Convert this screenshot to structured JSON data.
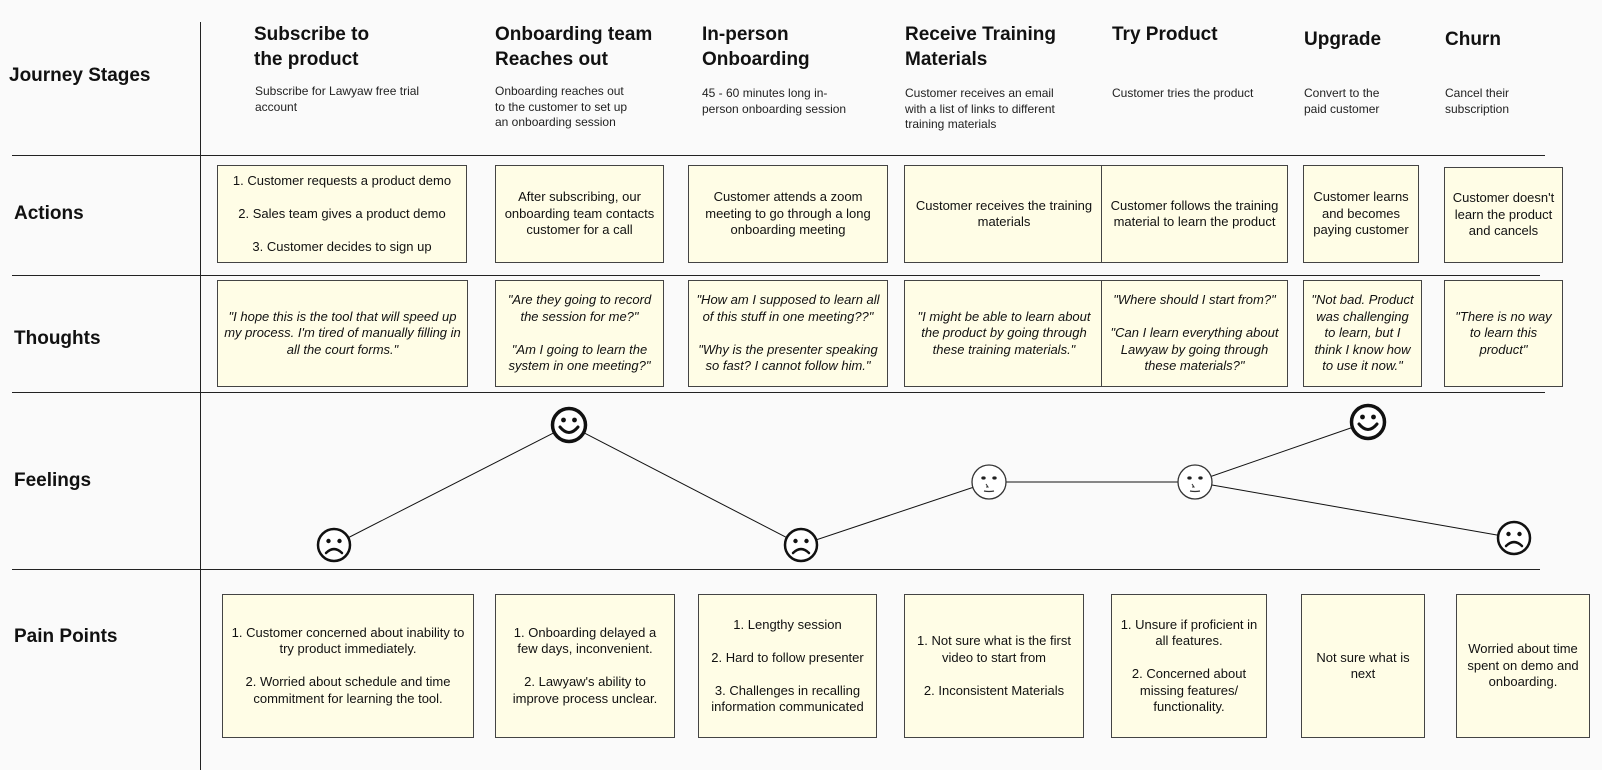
{
  "rows": {
    "stages": "Journey Stages",
    "actions": "Actions",
    "thoughts": "Thoughts",
    "feelings": "Feelings",
    "pain_points": "Pain Points"
  },
  "stages": [
    {
      "title": "Subscribe to\nthe product",
      "desc": "Subscribe for Lawyaw free trial\naccount",
      "action": "1. Customer requests a product demo\n\n2. Sales team gives a product demo\n\n3. Customer decides to sign up",
      "thought": "\"I hope this is the tool that will speed up my process. I'm tired of manually filling in all the court forms.\"",
      "feeling": "sad",
      "pain": "1. Customer concerned about inability to try product immediately.\n\n2. Worried about schedule and time commitment for learning the tool."
    },
    {
      "title": "Onboarding team\nReaches out",
      "desc": "Onboarding reaches out\nto the customer to set up\nan onboarding session",
      "action": "After subscribing, our onboarding team contacts customer for a call",
      "thought": "\"Are they going to record the session for me?\"\n\n\"Am I going to learn the system in one meeting?\"",
      "feeling": "happy",
      "pain": "1. Onboarding delayed a few days, inconvenient.\n\n2. Lawyaw's ability to improve process unclear."
    },
    {
      "title": "In-person\nOnboarding",
      "desc": "45 - 60 minutes long in-\nperson onboarding session",
      "action": "Customer attends a zoom meeting to go through a long onboarding meeting",
      "thought": "\"How am I supposed to learn all of this stuff in one meeting??\"\n\n\"Why is the presenter speaking so fast? I cannot follow him.\"",
      "feeling": "sad",
      "pain": "1. Lengthy session\n\n2. Hard to follow presenter\n\n3. Challenges in recalling information communicated"
    },
    {
      "title": "Receive Training\nMaterials",
      "desc": "Customer receives an email\nwith a list of links to different\ntraining materials",
      "action": "Customer receives the training materials",
      "thought": "\"I might be able to learn about the product by going through these training materials.\"",
      "feeling": "neutral",
      "pain": "1. Not sure what is the first video to start from\n\n2. Inconsistent Materials"
    },
    {
      "title": "Try Product",
      "desc": "Customer tries the product",
      "action": "Customer follows the training material to learn the product",
      "thought": "\"Where should I start from?\"\n\n\"Can I learn everything about Lawyaw by going through these materials?\"",
      "feeling": "neutral",
      "pain": "1. Unsure if proficient in all features.\n\n2. Concerned about missing features/ functionality."
    },
    {
      "title": "Upgrade",
      "desc": "Convert to the\npaid customer",
      "action": "Customer learns and becomes paying customer",
      "thought": "\"Not bad. Product was challenging to learn, but I think I know how to use it now.\"",
      "feeling": "happy",
      "pain": "Not sure what is next"
    },
    {
      "title": "Churn",
      "desc": "Cancel their\nsubscription",
      "action": "Customer doesn't learn the product and cancels",
      "thought": "\"There is no way to learn this product\"",
      "feeling": "sad",
      "pain": "Worried about time spent on demo and onboarding."
    }
  ]
}
